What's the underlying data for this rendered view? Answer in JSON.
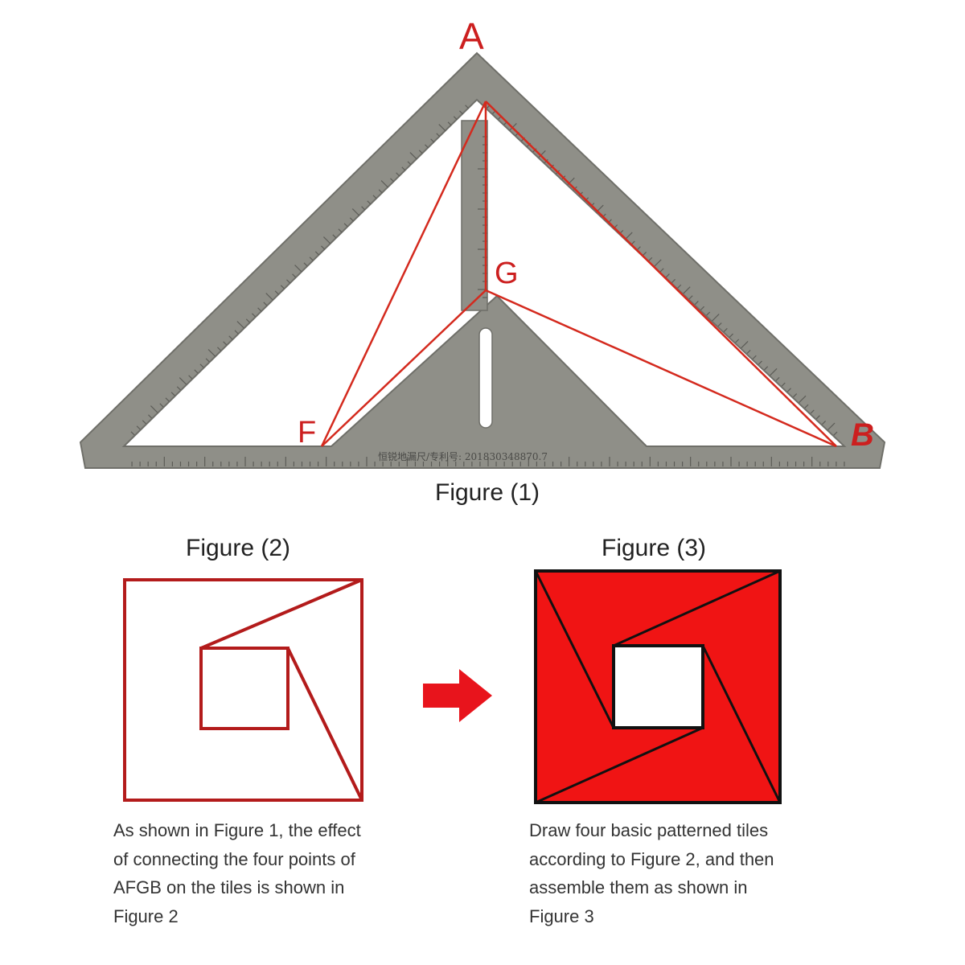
{
  "figure1": {
    "caption": "Figure (1)",
    "points": {
      "A": "A",
      "B": "B",
      "G": "G",
      "F": "F"
    },
    "ruler_inscription": "恒锐地漏尺/专利号: 201830348870.7",
    "line_color": "#d42a1e",
    "ruler_color": "#8d8d86"
  },
  "figure2": {
    "caption": "Figure (2)",
    "line_color": "#b31b1b",
    "description": [
      "As shown in Figure 1, the effect",
      "of connecting the four points of",
      "AFGB on the tiles is shown in",
      "Figure 2"
    ]
  },
  "arrow": {
    "color": "#e8141c",
    "icon": "right-arrow-icon"
  },
  "figure3": {
    "caption": "Figure (3)",
    "fill_color": "#f01414",
    "description": [
      "Draw four basic patterned tiles",
      "according to Figure 2, and then",
      "assemble them as shown in",
      "Figure 3"
    ]
  }
}
